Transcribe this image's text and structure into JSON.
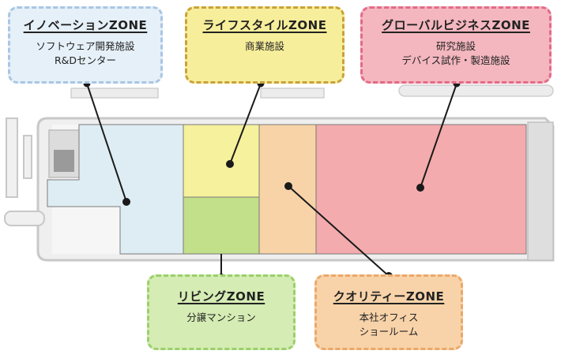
{
  "zones": {
    "innovation": {
      "title": "イノベーションZONE",
      "lines": [
        "ソフトウェア開発施設",
        "R&Dセンター"
      ],
      "color": "#deedf3"
    },
    "lifestyle": {
      "title": "ライフスタイルZONE",
      "lines": [
        "商業施設"
      ],
      "color": "#f5f19c"
    },
    "global": {
      "title": "グローバルビジネスZONE",
      "lines": [
        "研究施設",
        "デバイス試作・製造施設"
      ],
      "color": "#f4abad"
    },
    "living": {
      "title": "リビングZONE",
      "lines": [
        "分譲マンション"
      ],
      "color": "#c2df8a"
    },
    "quality": {
      "title": "クオリティーZONE",
      "lines": [
        "本社オフィス",
        "ショールーム"
      ],
      "color": "#f7d3a7"
    }
  }
}
